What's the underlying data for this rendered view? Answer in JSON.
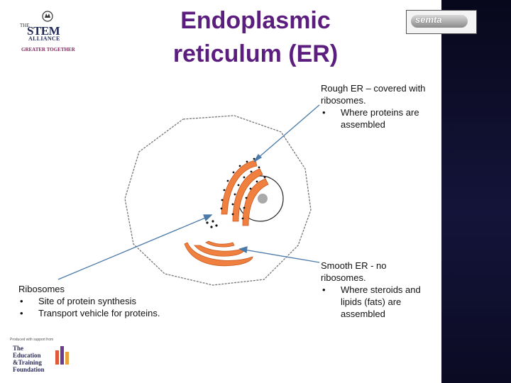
{
  "title": {
    "line1": "Endoplasmic",
    "line2": "reticulum (ER)"
  },
  "logos": {
    "stem": {
      "the": "THE",
      "stem": "STEM",
      "alliance": "ALLIANCE",
      "tagline": "GREATER TOGETHER"
    },
    "semta": "semta",
    "etf": {
      "small": "Produced with support from",
      "line1": "The",
      "line2": "Education",
      "line3": "&Training",
      "line4": "Foundation"
    }
  },
  "labels": {
    "rough": {
      "heading1": "Rough ER – covered with",
      "heading2": "ribosomes.",
      "bullet": "•",
      "point1": "Where proteins are",
      "point2": "assembled"
    },
    "smooth": {
      "heading1": "Smooth ER  - no",
      "heading2": "ribosomes.",
      "bullet": "•",
      "point1": "Where steroids and",
      "point2": "lipids (fats) are",
      "point3": "assembled"
    },
    "ribosomes": {
      "heading": "Ribosomes",
      "bullet": "•",
      "point1": "Site of protein synthesis",
      "point2": "Transport vehicle for proteins."
    }
  },
  "colors": {
    "title": "#5b1e7e",
    "er_fill": "#f08040",
    "er_stroke": "#c85a20",
    "pointer": "#4a7aa8",
    "sidebar": "#0e0e2e",
    "nucleolus": "#aaaaaa"
  }
}
